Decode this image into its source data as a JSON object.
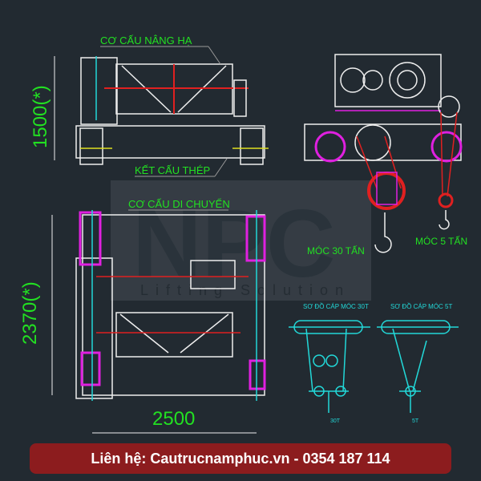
{
  "labels": {
    "hoist": "CƠ CẤU NÂNG HẠ",
    "steel": "KẾT CẤU THÉP",
    "travel": "CƠ CẤU DI CHUYỂN",
    "hook30": "MÓC 30 TẤN",
    "hook5": "MÓC 5 TẤN",
    "rope30": "SƠ ĐỒ CÁP MÓC 30T",
    "rope5": "SƠ ĐỒ CÁP MÓC 5T",
    "load30": "30T",
    "load5": "5T"
  },
  "dimensions": {
    "height_side": "1500(*)",
    "height_top": "2370(*)",
    "width_top": "2500"
  },
  "watermark": {
    "logo": "NPC",
    "tagline": "Lifting Solution"
  },
  "banner": {
    "text": "Liên hệ: Cautrucnamphuc.vn - 0354 187 114"
  },
  "colors": {
    "background": "#222a31",
    "label": "#22e022",
    "banner": "#8c1c1e",
    "cyan": "#22d8d8",
    "magenta": "#e020e0",
    "red": "#e02020"
  }
}
